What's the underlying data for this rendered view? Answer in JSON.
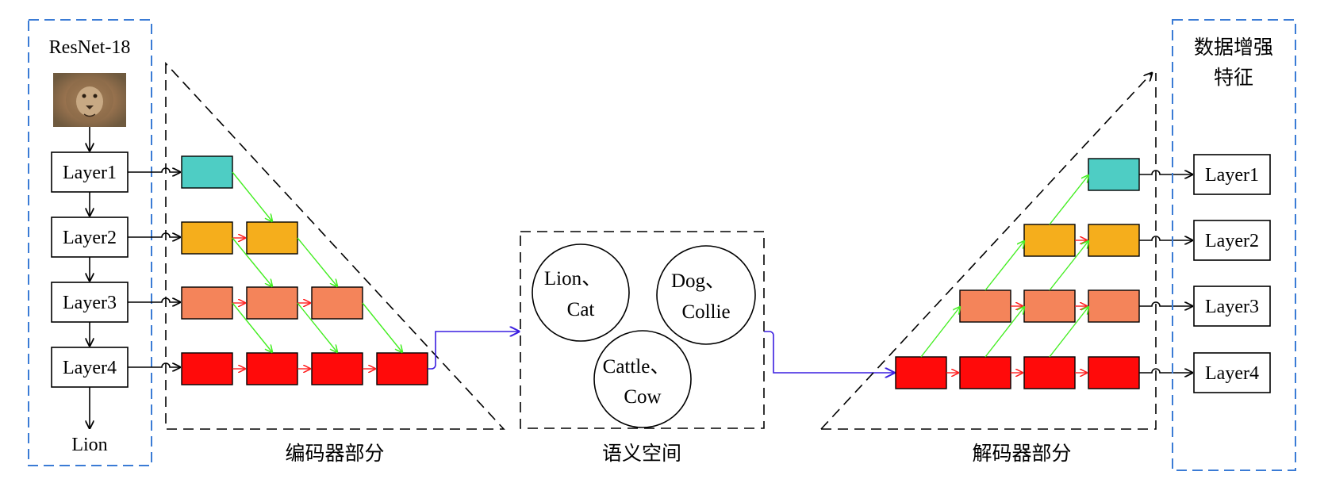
{
  "resnet": {
    "title": "ResNet-18",
    "encoder_layers": [
      "Layer1",
      "Layer2",
      "Layer3",
      "Layer4"
    ],
    "output_label": "Lion"
  },
  "encoder": {
    "caption": "编码器部分"
  },
  "semantic": {
    "caption": "语义空间",
    "clusters": [
      {
        "line1": "Lion、",
        "line2": "Cat"
      },
      {
        "line1": "Dog、",
        "line2": "Collie"
      },
      {
        "line1": "Cattle、",
        "line2": "Cow"
      }
    ]
  },
  "decoder": {
    "caption": "解码器部分"
  },
  "augmented": {
    "title_line1": "数据增强",
    "title_line2": "特征",
    "layers": [
      "Layer1",
      "Layer2",
      "Layer3",
      "Layer4"
    ]
  },
  "colors": {
    "row1": "#4ecdc4",
    "row2": "#f5ae1c",
    "row3": "#f4845a",
    "row4": "#ff0a0a",
    "panel_border": "#3a7bd5",
    "skip_arrow": "#44ee22",
    "chain_arrow": "#ff2020",
    "transfer_arrow": "#3a1ee0"
  },
  "icons": {
    "input_image": "lion-photo"
  }
}
